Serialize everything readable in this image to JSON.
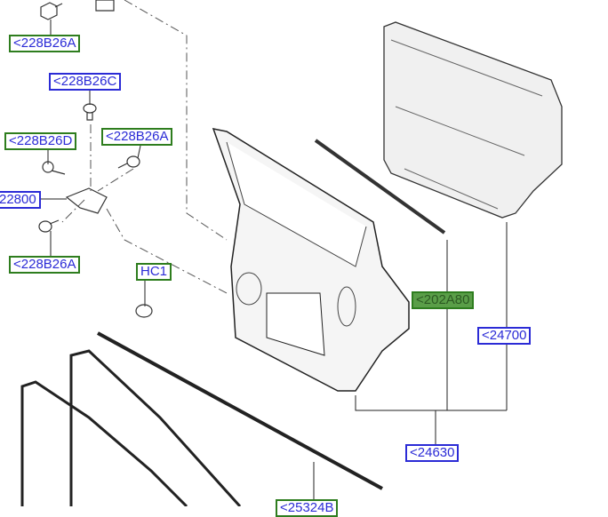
{
  "labels": [
    {
      "id": "l1",
      "text": "<228B26A",
      "style": "green-border"
    },
    {
      "id": "l2",
      "text": "<228B26C",
      "style": "blue-border"
    },
    {
      "id": "l3",
      "text": "<228B26D",
      "style": "green-border"
    },
    {
      "id": "l4",
      "text": "<228B26A",
      "style": "green-border"
    },
    {
      "id": "l5",
      "text": "22800",
      "style": "blue-border"
    },
    {
      "id": "l6",
      "text": "<228B26A",
      "style": "green-border"
    },
    {
      "id": "l7",
      "text": "HC1",
      "style": "green-border"
    },
    {
      "id": "l8",
      "text": "<202A80",
      "style": "green-filled"
    },
    {
      "id": "l9",
      "text": "<24700",
      "style": "blue-border"
    },
    {
      "id": "l10",
      "text": "<24630",
      "style": "blue-border"
    },
    {
      "id": "l11",
      "text": "<25324B",
      "style": "green-border"
    }
  ],
  "colors": {
    "blue": "#2b2bd6",
    "green": "#2e7d1e",
    "green_fill": "#5a9e48"
  }
}
